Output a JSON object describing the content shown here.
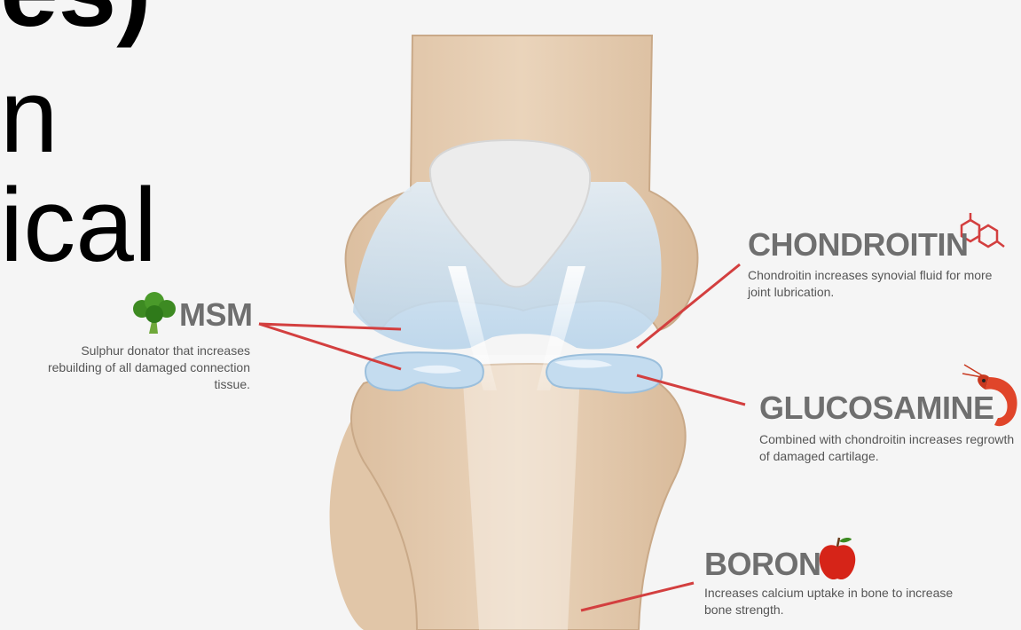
{
  "slide": {
    "line1": "es)",
    "line2": "n",
    "line3": "ical"
  },
  "callouts": {
    "msm": {
      "heading": "MSM",
      "description": "Sulphur donator that increases rebuilding of all damaged connection tissue.",
      "icon": "broccoli-icon"
    },
    "chondroitin": {
      "heading": "CHONDROITIN",
      "description": "Chondroitin increases synovial fluid for more joint lubrication.",
      "icon": "molecule-icon"
    },
    "glucosamine": {
      "heading": "GLUCOSAMINE",
      "description": "Combined with chondroitin increases regrowth of damaged cartilage.",
      "icon": "shrimp-icon"
    },
    "boron": {
      "heading": "BORON",
      "description": "Increases calcium uptake in bone to increase bone strength.",
      "icon": "apple-icon"
    }
  },
  "colors": {
    "background": "#f5f5f5",
    "bone": "#e7cfb4",
    "bone_shadow": "#d8b896",
    "cartilage": "#c6def0",
    "leader_line": "#d33f3f",
    "heading_text": "#6f6f6f"
  }
}
